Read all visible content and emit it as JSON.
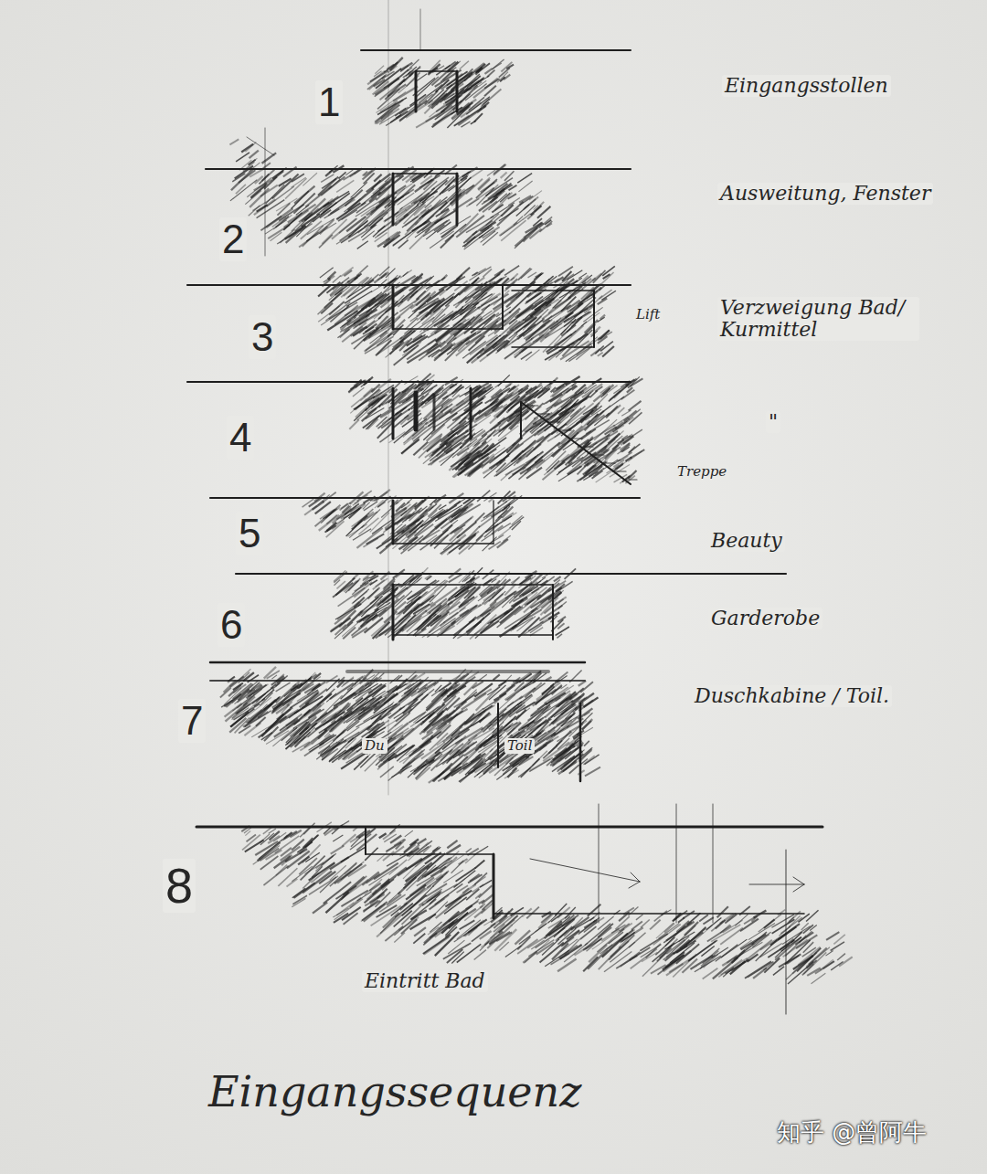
{
  "diagram": {
    "title": "Eingangssequenz",
    "labels": [
      "1",
      "Eingangsstollen",
      "2",
      "Ausweitung, Fenster",
      "3",
      "Lift",
      "Verzweigung Bad/ Kurmittel",
      "4",
      "\"",
      "Treppe",
      "5",
      "Beauty",
      "6",
      "Garderobe",
      "7",
      "Duschkabine / Toil.",
      "Du",
      "Toil",
      "8",
      "Eintritt Bad",
      "知乎 @曾阿牛"
    ]
  }
}
